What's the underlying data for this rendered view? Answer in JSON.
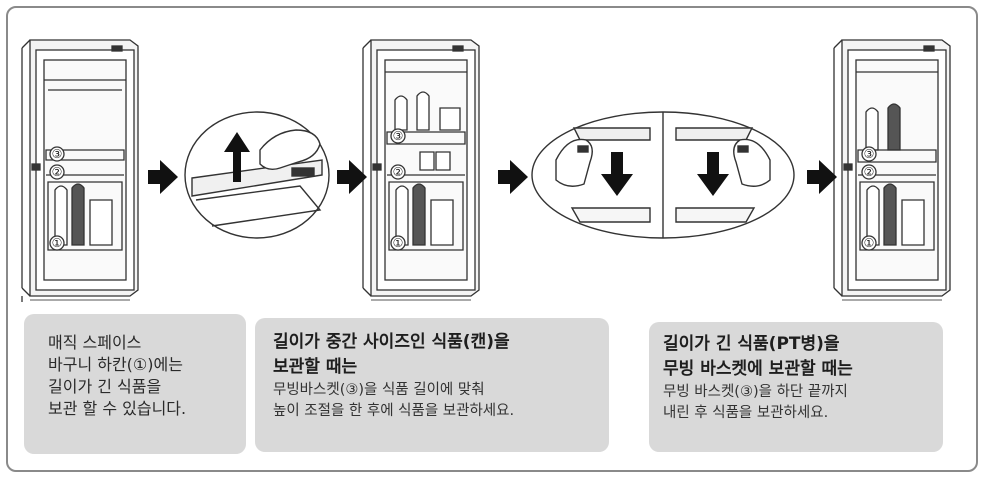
{
  "labels": {
    "one": "①",
    "two": "②",
    "three": "③"
  },
  "captions": {
    "magic_space": {
      "lines": [
        "매직 스페이스",
        "바구니 하칸(①)에는",
        "길이가 긴 식품을",
        "보관 할 수 있습니다."
      ]
    },
    "medium_food": {
      "heading": [
        "길이가 중간 사이즈인 식품(캔)을",
        "보관할 때는"
      ],
      "body": [
        "무빙바스켓(③)을 식품 길이에 맞춰",
        "높이 조절을 한 후에 식품을 보관하세요."
      ]
    },
    "long_food": {
      "heading": [
        "길이가 긴 식품(PT병)을",
        "무빙 바스켓에 보관할 때는"
      ],
      "body": [
        "무빙 바스켓(③)을 하단 끝까지",
        "내린 후 식품을 보관하세요."
      ]
    }
  },
  "colors": {
    "caption_bg": "#d9d9d9",
    "frame": "#8a8a8a",
    "line_art": "#333333"
  }
}
